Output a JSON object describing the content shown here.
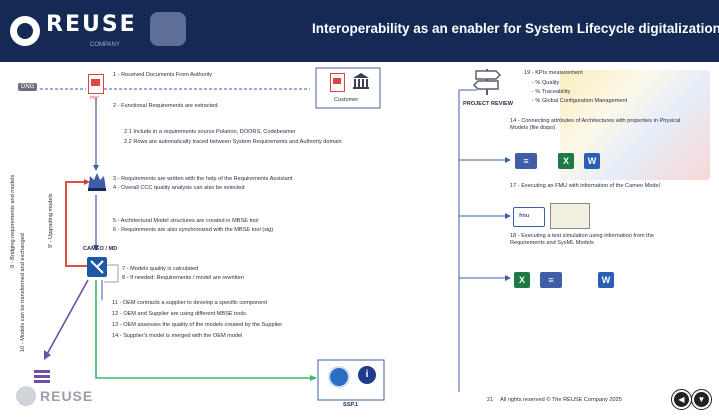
{
  "header": {
    "logo_text": "REUSE",
    "logo_sub": "COMPANY",
    "title": "Interoperability as an enabler for System Lifecycle digitalization"
  },
  "left": {
    "ext_tag": "DNG",
    "pdf_label": "PDF",
    "step1": "1 - Received Documents From Authority",
    "customer": "Customer",
    "step2": "2 - Functional Requirements are extracted",
    "step21": "2.1 Include in a requirements source Polarion, DOORS, Codebeamer",
    "step22": "2.2 Rows are automatically traced between System Requirements and Authority domain",
    "step3": "3 - Requirements are written with the help of the Requirements Assistant",
    "step4": "4 - Overall CCC quality analysis can also be selected",
    "step5": "5 - Architectural Model structures are created in MBSE tool",
    "step6": "6 - Requirements are also synchronized with the MBSE tool (sig)",
    "cameo": "CAMEO / MD",
    "step7": "7 - Models quality is calculated",
    "step8": "8 - If needed: Requirements / model are rewritten",
    "step11": "11 - OEM contracts a supplier to develop a specific component",
    "step12": "12 - OEM and Supplier are using different MBSE tools",
    "step13": "13 - OEM assesses the quality of the models created by the Supplier",
    "step14b": "14 - Supplier's model is merged with the OEM model",
    "vert_a": "9 - Bridging requirements and models",
    "vert_b": "9' - Upgrading models",
    "vert_c": "10 - Models can be transformed and exchanged",
    "ssp": "SSP.1",
    "footer_logo": "REUSE"
  },
  "right": {
    "section": "PROJECT REVIEW",
    "kpi_title": "19 - KPIs measurement",
    "kpi_items": [
      "- % Quality",
      "- % Traceability",
      "- % Global Configuration Management"
    ],
    "step14": "14 - Connecting attributes of Architectures with properties in Physical Models (file dispo)",
    "step17": "17 - Executing an FMU with information of the Cameo Model",
    "step18": "18 - Executing a test simulation using information from the Requirements and SysML Models",
    "fmu": "fmu"
  },
  "footer": {
    "page": "21",
    "copyright": "All rights reserved © The REUSE Company 2025"
  },
  "colors": {
    "header_bg": "#142a55",
    "arrow_blue": "#3f5ea8",
    "arrow_red": "#e0362c",
    "arrow_green": "#3fb86c",
    "arrow_purple": "#6b4fa8"
  }
}
